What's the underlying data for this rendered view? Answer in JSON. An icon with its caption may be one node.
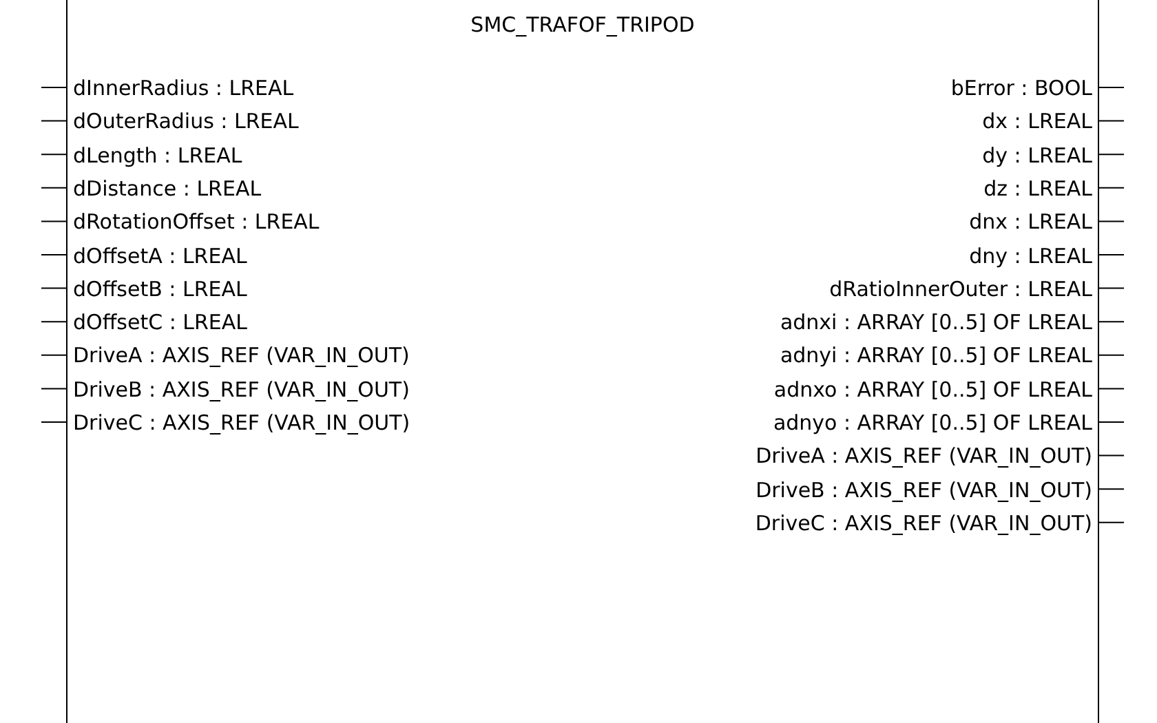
{
  "diagram": {
    "nodes": [
      {
        "text": [
          "SMC_TRAFOF_TRIPOD"
        ]
      }
    ],
    "labels": [
      "dInnerRadius : LREAL",
      "dOuterRadius : LREAL",
      "dLength : LREAL",
      "dDistance : LREAL",
      "dRotationOffset : LREAL",
      "dOffsetA : LREAL",
      "dOffsetB : LREAL",
      "dOffsetC : LREAL",
      "DriveA : AXIS_REF (VAR_IN_OUT)",
      "DriveB : AXIS_REF (VAR_IN_OUT)",
      "DriveC : AXIS_REF (VAR_IN_OUT)",
      "bError : BOOL",
      "dx : LREAL",
      "dy : LREAL",
      "dz : LREAL",
      "dnx : LREAL",
      "dny : LREAL",
      "dRatioInnerOuter : LREAL",
      "adnxi : ARRAY [0..5] OF LREAL",
      "adnyi : ARRAY [0..5] OF LREAL",
      "adnxo : ARRAY [0..5] OF LREAL",
      "adnyo : ARRAY [0..5] OF LREAL",
      "DriveA : AXIS_REF (VAR_IN_OUT)",
      "DriveB : AXIS_REF (VAR_IN_OUT)",
      "DriveC : AXIS_REF (VAR_IN_OUT)"
    ]
  }
}
